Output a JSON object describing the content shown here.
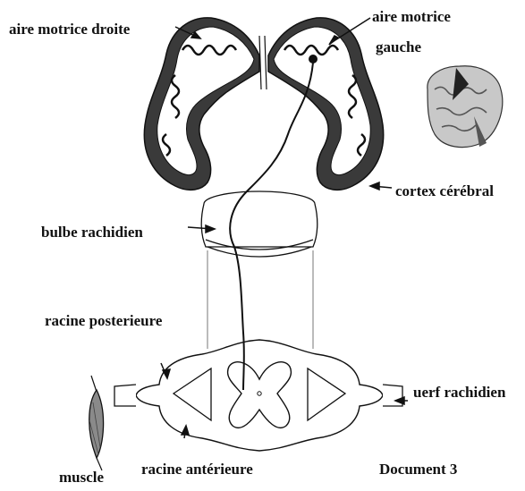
{
  "labels": {
    "aire_motrice_droite": "aire motrice droite",
    "aire_motrice_gauche_1": "aire motrice",
    "aire_motrice_gauche_2": "gauche",
    "cortex_cerebral": "cortex cérébral",
    "bulbe_rachidien": "bulbe rachidien",
    "racine_posterieure": "racine posterieure",
    "nerf_rachidien": "uerf rachidien",
    "muscle": "muscle",
    "racine_anterieure": "racine antérieure",
    "document": "Document 3"
  },
  "colors": {
    "ink": "#111111",
    "grey_matter": "#3a3a3a",
    "muscle_fill": "#8a8a8a",
    "background": "#ffffff"
  },
  "icons": {
    "brain_thumbnail": "brain-lateral-view-icon",
    "muscle": "muscle-icon"
  }
}
